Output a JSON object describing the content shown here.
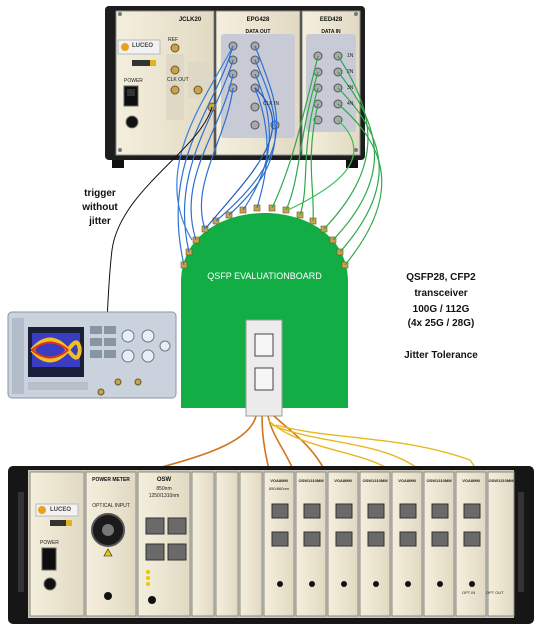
{
  "top_crate": {
    "modules": [
      {
        "name": "JCLK20"
      },
      {
        "name": "EPG428",
        "section": "DATA OUT"
      },
      {
        "name": "EED428",
        "section": "DATA IN"
      }
    ],
    "brand": "LUCEO",
    "power_label": "POWER",
    "clock_labels": [
      "REF",
      "CLK OUT",
      "CLK IN"
    ],
    "channel_labels": [
      "1N",
      "2N",
      "3N",
      "4N"
    ]
  },
  "annotations": {
    "trigger_line1": "trigger",
    "trigger_line2": "without",
    "trigger_line3": "jitter",
    "info_line1": "QSFP28, CFP2",
    "info_line2": "transceiver",
    "info_line3": "100G / 112G",
    "info_line4": "(4x 25G / 28G)",
    "info_line5": "Jitter Tolerance"
  },
  "eval_board": {
    "label": "QSFP EVALUATIONBOARD"
  },
  "bottom_crate": {
    "brand": "LUCEO",
    "power_label": "POWER",
    "power_meter": {
      "title": "POWER METER",
      "input_label": "OPTICAL INPUT"
    },
    "osw": {
      "title": "OSW",
      "sub1": "850nm",
      "sub2": "1250/1310nm"
    },
    "attenuators": [
      "VOA8MM",
      "OSW1310MM",
      "VOA8MM",
      "OSW1310MM",
      "VOA8MM",
      "OSW1310MM",
      "VOA8MM",
      "OSW1310MM"
    ],
    "attenuator_sub": "850/860nm",
    "port_labels": [
      "OPT IN",
      "OPT OUT"
    ]
  },
  "colors": {
    "board_green": "#13ad46",
    "cable_blue": "#2f6fd0",
    "cable_green": "#2ea84a",
    "cable_orange": "#d2741c",
    "cable_yellow": "#e8b820",
    "cable_red": "#b21d1d",
    "crate_black": "#161616",
    "panel_beige": "#ece6d2"
  }
}
